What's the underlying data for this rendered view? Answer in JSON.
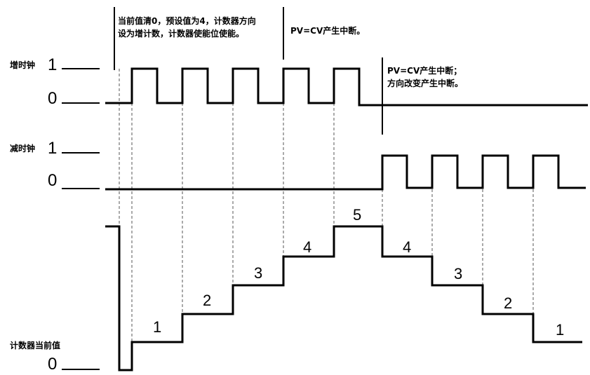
{
  "up_clock": {
    "name": "增时钟",
    "high": "1",
    "low": "0"
  },
  "down_clock": {
    "name": "减时钟",
    "high": "1",
    "low": "0"
  },
  "counter": {
    "name": "计数器当前值",
    "low": "0"
  },
  "annotations": {
    "init_line1": "当前值清0，预设值为4，计数器方向",
    "init_line2": "设为增计数，计数器使能位使能。",
    "pv_cv": "PV=CV产生中断。",
    "dir_line1": "PV=CV产生中断；",
    "dir_line2": "方向改变产生中断。"
  },
  "counter_values": [
    "1",
    "2",
    "3",
    "4",
    "5",
    "4",
    "3",
    "2",
    "1"
  ]
}
